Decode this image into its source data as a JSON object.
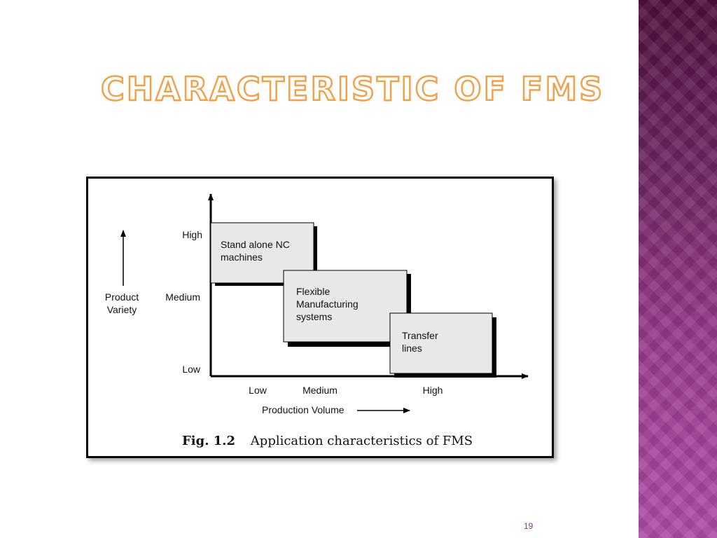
{
  "slide": {
    "title": "CHARACTERISTIC OF FMS",
    "page_number": "19"
  },
  "figure": {
    "y_axis_label_line1": "Product",
    "y_axis_label_line2": "Variety",
    "y_ticks": [
      "High",
      "Medium",
      "Low"
    ],
    "x_axis_label": "Production Volume",
    "x_ticks": [
      "Low",
      "Medium",
      "High"
    ],
    "boxes": [
      {
        "lines": [
          "Stand alone NC",
          "machines"
        ]
      },
      {
        "lines": [
          "Flexible",
          "Manufacturing",
          "systems"
        ]
      },
      {
        "lines": [
          "Transfer",
          "lines"
        ]
      }
    ],
    "caption_number": "Fig. 1.2",
    "caption_text": "Application characteristics of FMS"
  },
  "colors": {
    "title_outline": "#f0a24a",
    "box_fill": "#e8e8e8",
    "band_top": "#4e0f3b",
    "band_bottom": "#b04ba7"
  }
}
